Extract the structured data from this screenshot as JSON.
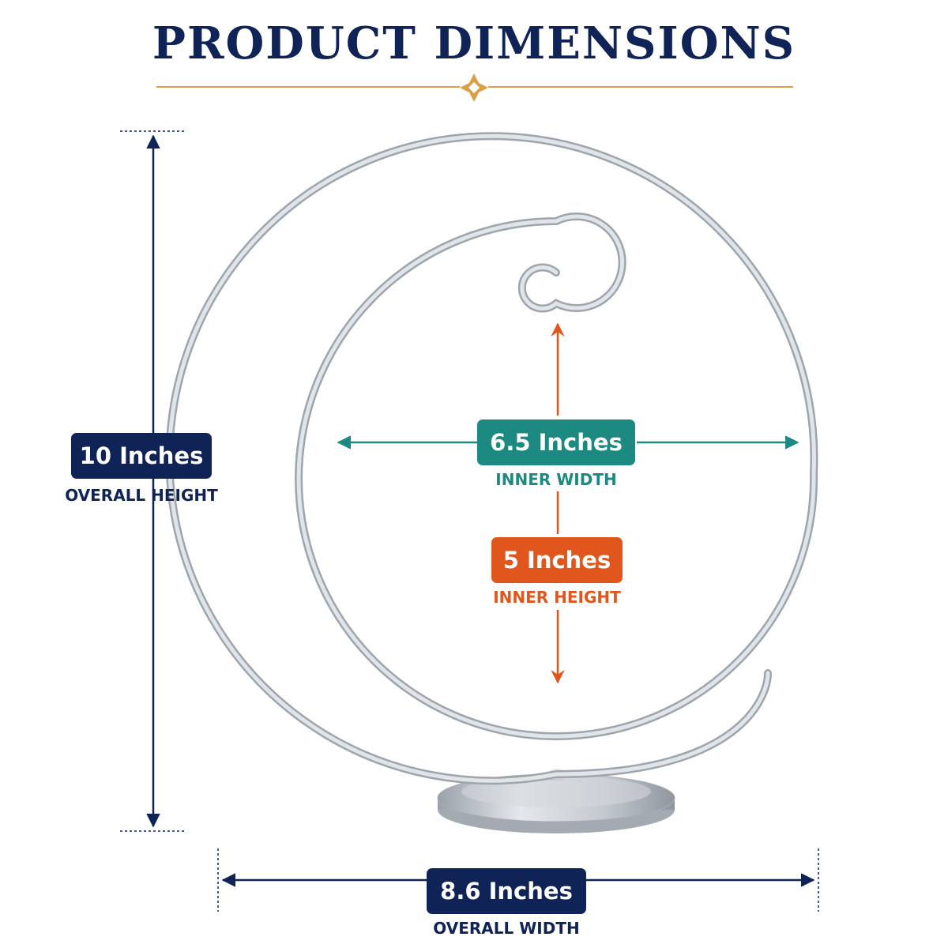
{
  "title": "PRODUCT DIMENSIONS",
  "colors": {
    "navy": "#0f2356",
    "teal": "#1c8a80",
    "orange": "#e0561c",
    "gold": "#d9a047",
    "silver": "#b9c0c8"
  },
  "dimensions": {
    "overall_height": {
      "value": "10 Inches",
      "label": "OVERALL HEIGHT"
    },
    "overall_width": {
      "value": "8.6 Inches",
      "label": "OVERALL WIDTH"
    },
    "inner_width": {
      "value": "6.5 Inches",
      "label": "INNER WIDTH"
    },
    "inner_height": {
      "value": "5 Inches",
      "label": "INNER HEIGHT"
    }
  },
  "icons": {
    "title_ornament": "diamond-ornament-icon"
  }
}
